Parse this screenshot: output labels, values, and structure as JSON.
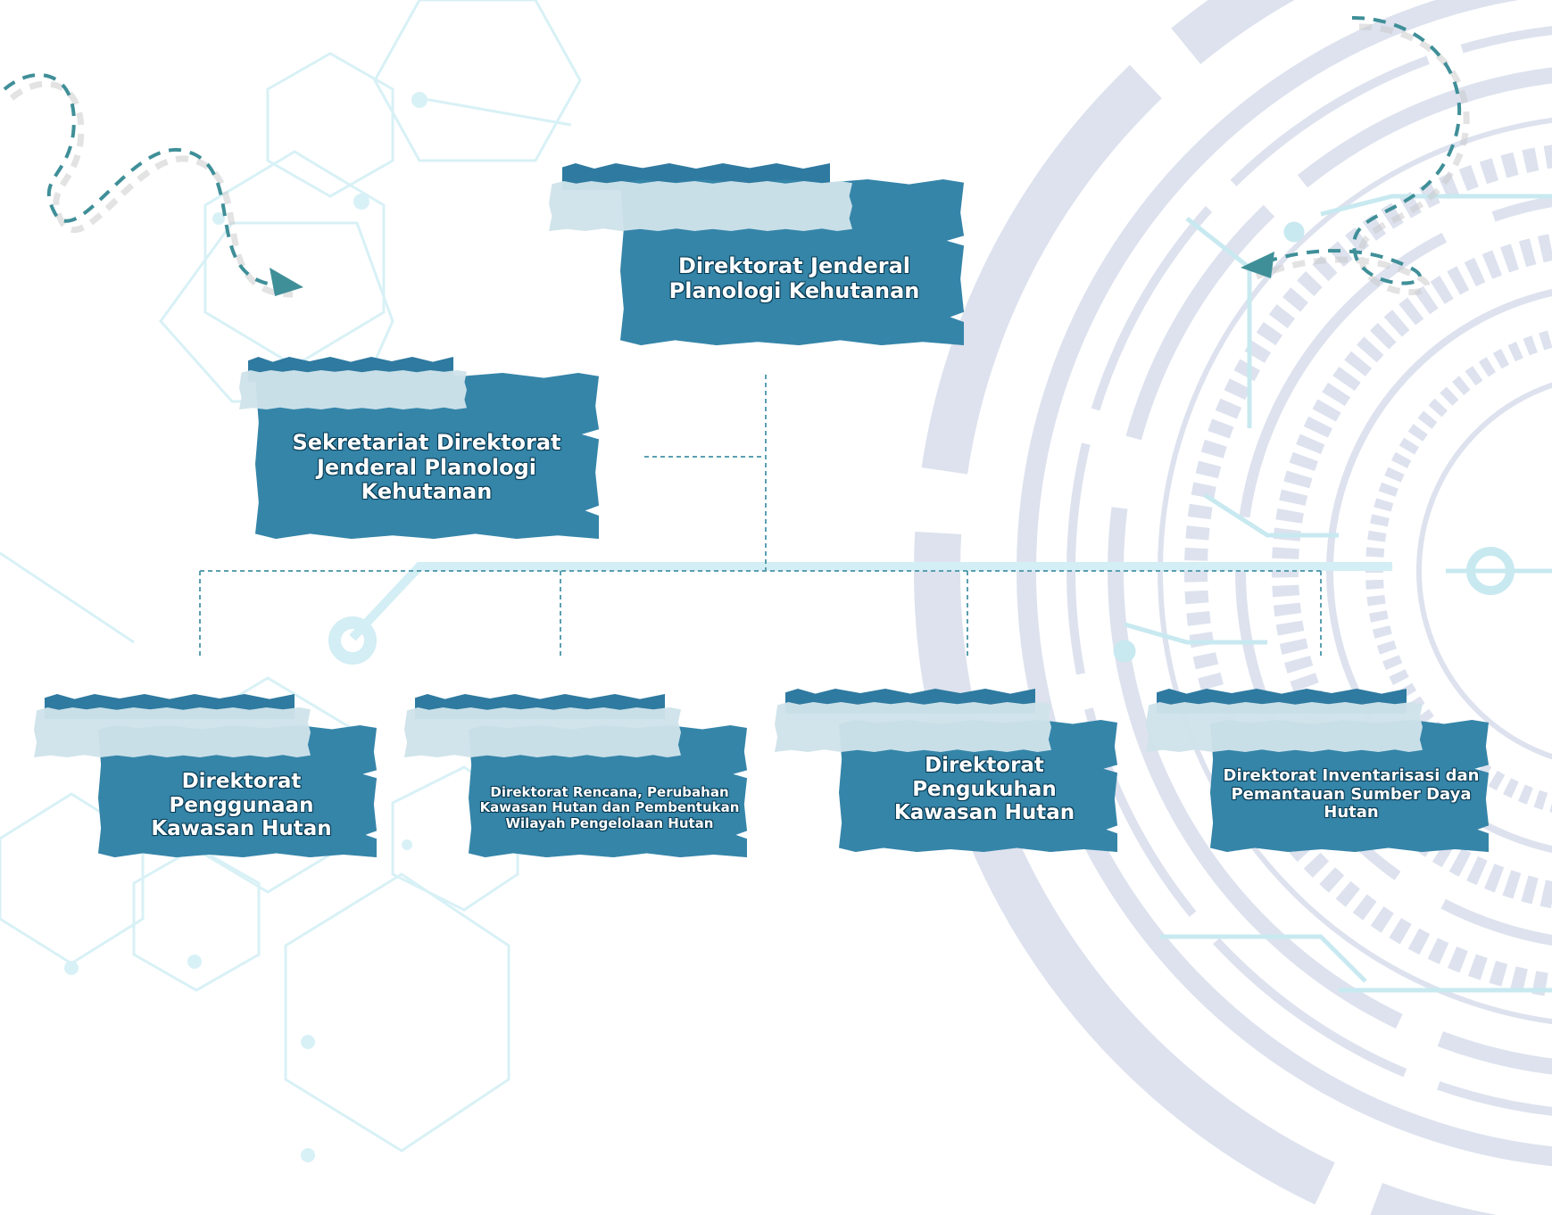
{
  "org_chart": {
    "root": "Direktorat Jenderal Planologi Kehutanan",
    "staff": "Sekretariat Direktorat Jenderal Planologi Kehutanan",
    "directorates": [
      "Direktorat Penggunaan Kawasan Hutan",
      "Direktorat Rencana, Perubahan Kawasan Hutan dan Pembentukan Wilayah Pengelolaan Hutan",
      "Direktorat Pengukuhan Kawasan Hutan",
      "Direktorat Inventarisasi dan Pemantauan Sumber Daya Hutan"
    ]
  },
  "colors": {
    "card": "#3585a9",
    "tape": "#cfe3ea",
    "connector": "#5a9fb0",
    "arrow": "#3f8f98",
    "hex_lines": "#d8f1f6",
    "rings": "#dde2ee"
  }
}
